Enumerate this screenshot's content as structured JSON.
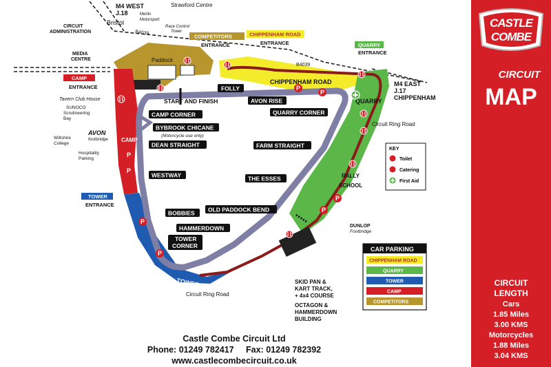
{
  "sidebar": {
    "logo_line1": "CASTLE",
    "logo_line2": "COMBE",
    "logo_word": "CIRCUIT",
    "map_word": "MAP",
    "length_title_1": "CIRCUIT",
    "length_title_2": "LENGTH",
    "cars_label": "Cars",
    "cars_miles": "1.85 Miles",
    "cars_kms": "3.00 KMS",
    "moto_label": "Motorcycles",
    "moto_miles": "1.88 Miles",
    "moto_kms": "3.04 KMS"
  },
  "footer": {
    "company": "Castle Combe Circuit Ltd",
    "phone": "Phone: 01249 782417",
    "fax": "Fax: 01249 782392",
    "web": "www.castlecombecircuit.co.uk"
  },
  "roads": {
    "m4_west": "M4 WEST",
    "j18": "J.18",
    "bristol": "Bristol",
    "b4039_a": "B4039",
    "b4039_b": "B4039",
    "m4_east": "M4 EAST",
    "j17": "J.17",
    "chippenham": "CHIPPENHAM",
    "ring_road_right": "Circuit Ring Road",
    "ring_road_bottom": "Circuit Ring Road"
  },
  "places": {
    "strawford": "Strawford Centre",
    "merlin_1": "Merlin",
    "merlin_2": "Motorsport",
    "race_control_1": "Race Control",
    "race_control_2": "Tower",
    "circuit_admin_1": "CIRCUIT",
    "circuit_admin_2": "ADMINISTRATION",
    "media_1": "MEDIA",
    "media_2": "CENTRE",
    "paddock": "Paddock",
    "tavern": "Tavern Club House",
    "sunoco_1": "SUNOCO",
    "sunoco_2": "Scrutineering",
    "sunoco_3": "Bay",
    "avon_brand": "AVON",
    "avon_sub": "footbridge",
    "wiltshire_1": "Wiltshire",
    "wiltshire_2": "College",
    "hospitality_1": "Hospitality",
    "hospitality_2": "Parking",
    "dunlop_1": "DUNLOP",
    "dunlop_2": "Footbridge",
    "skid_1": "SKID PAN &",
    "skid_2": "KART TRACK,",
    "skid_3": "+ 4x4 COURSE",
    "octagon_1": "OCTAGON &",
    "octagon_2": "HAMMERDOWN",
    "octagon_3": "BUILDING",
    "rally_1": "RALLY",
    "rally_2": "SCHOOL"
  },
  "entrances": {
    "competitors": "COMPETITORS",
    "competitors_entrance": "ENTRANCE",
    "chippenham_road": "CHIPPENHAM ROAD",
    "chippenham_entrance": "ENTRANCE",
    "quarry": "QUARRY",
    "quarry_entrance": "ENTRANCE",
    "camp": "CAMP",
    "camp_entrance": "ENTRANCE",
    "tower": "TOWER",
    "tower_entrance": "ENTRANCE"
  },
  "zones": {
    "chippenham_road": "CHIPPENHAM ROAD",
    "quarry": "QUARRY",
    "camp": "CAMP",
    "tower": "TOWER"
  },
  "corners": {
    "start_finish": "START AND FINISH",
    "folly": "FOLLY",
    "avon_rise": "AVON RISE",
    "quarry_corner": "QUARRY CORNER",
    "camp_corner": "CAMP CORNER",
    "bybrook": "BYBROOK CHICANE",
    "bybrook_note": "(Motorcycle use only)",
    "dean_straight": "DEAN STRAIGHT",
    "farm_straight": "FARM STRAIGHT",
    "westway": "WESTWAY",
    "the_esses": "THE ESSES",
    "bobbies": "BOBBIES",
    "old_paddock_bend": "OLD PADDOCK BEND",
    "hammerdown": "HAMMERDOWN",
    "tower_corner_1": "TOWER",
    "tower_corner_2": "CORNER"
  },
  "key": {
    "title": "KEY",
    "toilet": "Toilet",
    "catering": "Catering",
    "first_aid": "First Aid"
  },
  "car_parking": {
    "title": "CAR PARKING",
    "items": [
      "CHIPPENHAM ROAD",
      "QUARRY",
      "TOWER",
      "CAMP",
      "COMPETITORS"
    ]
  },
  "symbols": {
    "parking": "P"
  },
  "colors": {
    "brand_red": "#d51f26",
    "track": "#7f7fa6",
    "chippenham_yellow": "#f4ec2a",
    "quarry_green": "#5ab748",
    "tower_blue": "#1f5bb0",
    "camp_red": "#d51f26",
    "competitors_gold": "#b8962e"
  }
}
